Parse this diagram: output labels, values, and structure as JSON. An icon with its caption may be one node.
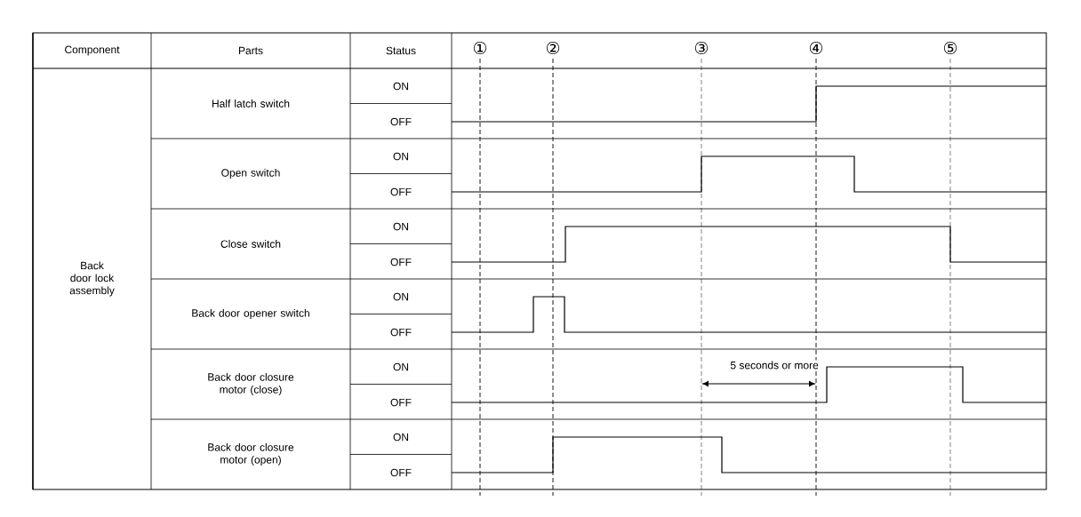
{
  "diagram": {
    "labels": [
      "Component",
      "Parts",
      "Status",
      "①",
      "②",
      "③",
      "④",
      "⑤",
      "Back door lock assembly",
      "Half latch switch",
      "ON",
      "OFF",
      "Open switch",
      "ON",
      "OFF",
      "Close switch",
      "ON",
      "OFF",
      "Back door opener switch",
      "ON",
      "OFF",
      "Back door closure motor (close)",
      "ON",
      "OFF",
      "Back door closure motor (open)",
      "ON",
      "OFF",
      "5 seconds or more"
    ]
  }
}
